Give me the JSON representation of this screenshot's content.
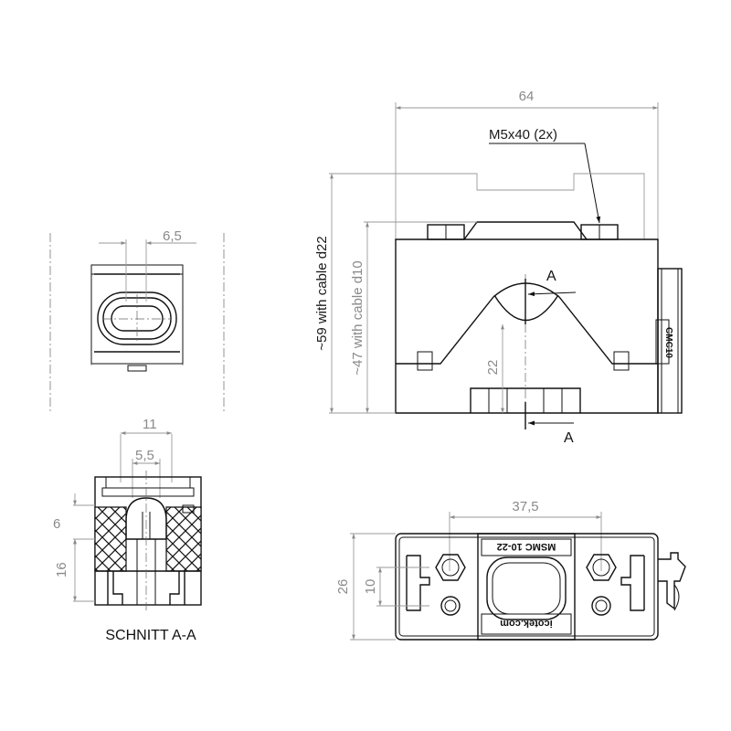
{
  "dimensions": {
    "width_top": "64",
    "bolt": "M5x40 (2x)",
    "height_d22": "~59 with cable d22",
    "height_d10": "~47 with cable d10",
    "center_height": "22",
    "slot_width": "6,5",
    "section_width": "11",
    "section_inner": "5,5",
    "section_upper": "6",
    "section_lower": "16",
    "bottom_height": "26",
    "bottom_pitch": "10",
    "bottom_spacing": "37,5"
  },
  "section_marks": [
    "A",
    "A"
  ],
  "section_title": "SCHNITT A-A",
  "labels": {
    "side_tag": "CMC10",
    "product": "MSMC 10-22",
    "website": "icotek.com"
  }
}
